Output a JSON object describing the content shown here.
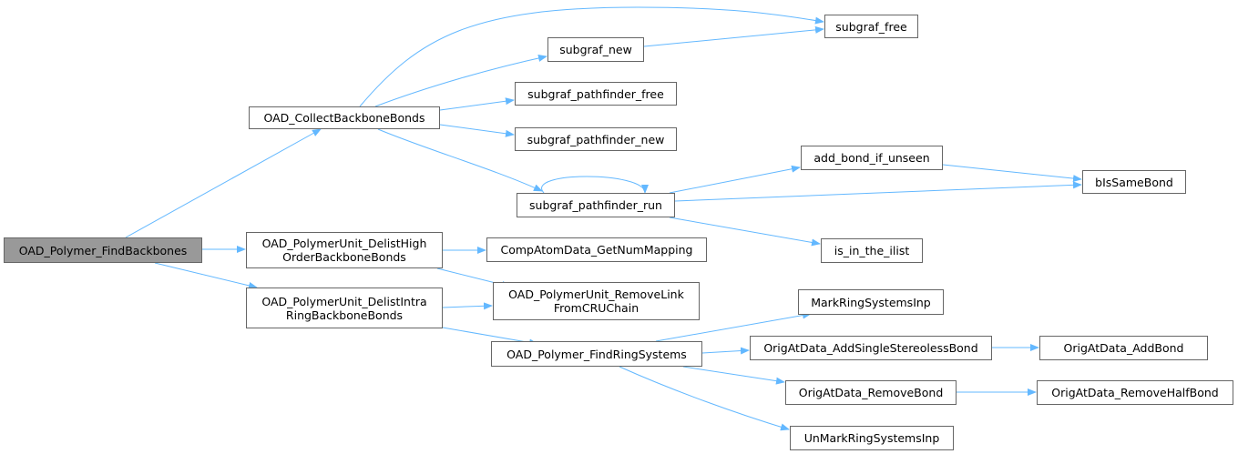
{
  "colors": {
    "edge": "#63b8ff",
    "node_border": "#666666",
    "root_fill": "#999999"
  },
  "nodes": {
    "root": {
      "lines": [
        "OAD_Polymer_FindBackbones"
      ]
    },
    "collect": {
      "lines": [
        "OAD_CollectBackboneBonds"
      ]
    },
    "delist_high": {
      "lines": [
        "OAD_PolymerUnit_DelistHigh",
        "OrderBackboneBonds"
      ]
    },
    "delist_intra": {
      "lines": [
        "OAD_PolymerUnit_DelistIntra",
        "RingBackboneBonds"
      ]
    },
    "subgraf_free": {
      "lines": [
        "subgraf_free"
      ]
    },
    "subgraf_new": {
      "lines": [
        "subgraf_new"
      ]
    },
    "pf_free": {
      "lines": [
        "subgraf_pathfinder_free"
      ]
    },
    "pf_new": {
      "lines": [
        "subgraf_pathfinder_new"
      ]
    },
    "pf_run": {
      "lines": [
        "subgraf_pathfinder_run"
      ]
    },
    "add_bond": {
      "lines": [
        "add_bond_if_unseen"
      ]
    },
    "same_bond": {
      "lines": [
        "bIsSameBond"
      ]
    },
    "in_ilist": {
      "lines": [
        "is_in_the_ilist"
      ]
    },
    "comp_atom": {
      "lines": [
        "CompAtomData_GetNumMapping"
      ]
    },
    "remove_link": {
      "lines": [
        "OAD_PolymerUnit_RemoveLink",
        "FromCRUChain"
      ]
    },
    "find_ring": {
      "lines": [
        "OAD_Polymer_FindRingSystems"
      ]
    },
    "mark_ring": {
      "lines": [
        "MarkRingSystemsInp"
      ]
    },
    "orig_add_single": {
      "lines": [
        "OrigAtData_AddSingleStereolessBond"
      ]
    },
    "orig_add": {
      "lines": [
        "OrigAtData_AddBond"
      ]
    },
    "orig_remove": {
      "lines": [
        "OrigAtData_RemoveBond"
      ]
    },
    "orig_remove_half": {
      "lines": [
        "OrigAtData_RemoveHalfBond"
      ]
    },
    "unmark_ring": {
      "lines": [
        "UnMarkRingSystemsInp"
      ]
    }
  }
}
